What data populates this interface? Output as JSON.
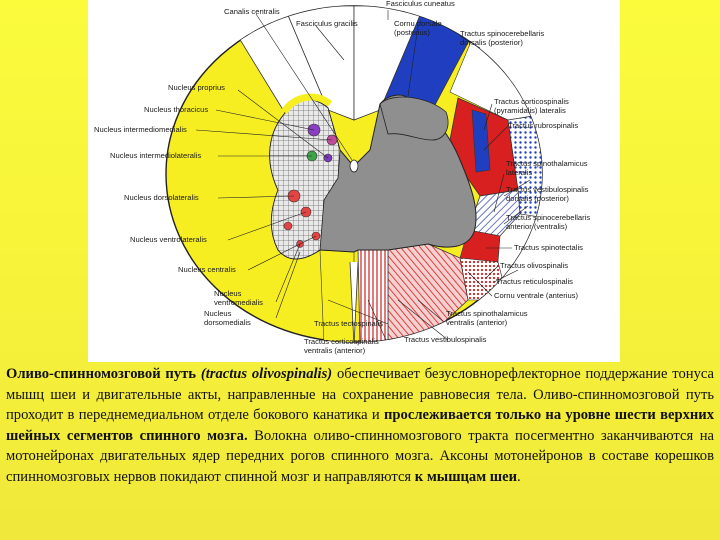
{
  "colors": {
    "background": "#fbfb3c",
    "white_matter_yellow": "#f7ee22",
    "gray_matter": "#8f8f8f",
    "fasciculus_blue": "#1f3fc0",
    "tract_red": "#e02020",
    "outline": "#222222"
  },
  "figure": {
    "labels": {
      "fasciculus_cuneatus": "Fasciculus cuneatus",
      "canalis_centralis": "Canalis centralis",
      "fasciculus_gracilis": "Fasciculus gracilis",
      "cornu_dorsale_1": "Cornu dorsale",
      "cornu_dorsale_2": "(posterius)",
      "tract_sc_dors_1": "Tractus spinocerebellaris",
      "tract_sc_dors_2": "dorsalis (posterior)",
      "nucleus_proprius": "Nucleus proprius",
      "nucleus_thoracicus": "Nucleus thoracicus",
      "nucleus_intermediomedialis": "Nucleus intermediomedialis",
      "nucleus_intermediolateralis": "Nucleus intermediolateralis",
      "nucleus_dorsolateralis": "Nucleus dorsolateralis",
      "nucleus_ventrolateralis": "Nucleus ventrolateralis",
      "nucleus_centralis": "Nucleus centralis",
      "nucleus_vm_1": "Nucleus",
      "nucleus_vm_2": "ventromedialis",
      "nucleus_dm_1": "Nucleus",
      "nucleus_dm_2": "dorsomedialis",
      "tract_cs_lat_1": "Tractus corticospinalis",
      "tract_cs_lat_2": "(pyramidalis) lateralis",
      "tract_rubrospinalis": "Tractus rubrospinalis",
      "tract_st_lat_1": "Tractus spinothalamicus",
      "tract_st_lat_2": "lateralis",
      "tract_vs_1": "Tractus vestibulospinalis",
      "tract_vs_2": "dorsalis (posterior)",
      "tract_sc_ant_1": "Tractus spinocerebellaris",
      "tract_sc_ant_2": "anterior (ventralis)",
      "tract_spinotectalis": "Tractus spinotectalis",
      "tract_olivospinalis": "Tractus olivospinalis",
      "tract_reticulospinalis": "Tractus reticulospinalis",
      "cornu_ventrale": "Cornu ventrale (anterius)",
      "tract_st_ant_1": "Tractus spinothalamicus",
      "tract_st_ant_2": "ventralis (anterior)",
      "tract_tectospinalis": "Tractus tectospinalis",
      "tract_cs_ant_1": "Tractus corticospinalis",
      "tract_cs_ant_2": "ventralis (anterior)",
      "tract_vestibulospinalis": "Tractus vestibulospinalis"
    }
  },
  "caption": {
    "p1_bold": "Оливо-спинномозговой путь",
    "p1_italic": "(tractus olivospinalis)",
    "p1_rest": " обеспечивает безусловнорефлекторное поддержание тонуса мышц шеи и двигательные акты, направленные на сохранение равновесия тела. Оливо-спинномозговой путь проходит в переднемедиальном отделе бокового канатика и ",
    "p2_bold": "прослеживается только на уровне шести верхних шейных сегментов спинного мозга.",
    "p2_rest": " Волокна оливо-спинномозгового тракта посегментно заканчиваются на  мотонейронах двигательных ядер передних рогов спинного мозга. Аксоны мотонейронов в составе корешков спинномозговых нервов покидают спинной мозг и направляются ",
    "p3_bold": "к мышцам шеи",
    "p3_end": "."
  }
}
